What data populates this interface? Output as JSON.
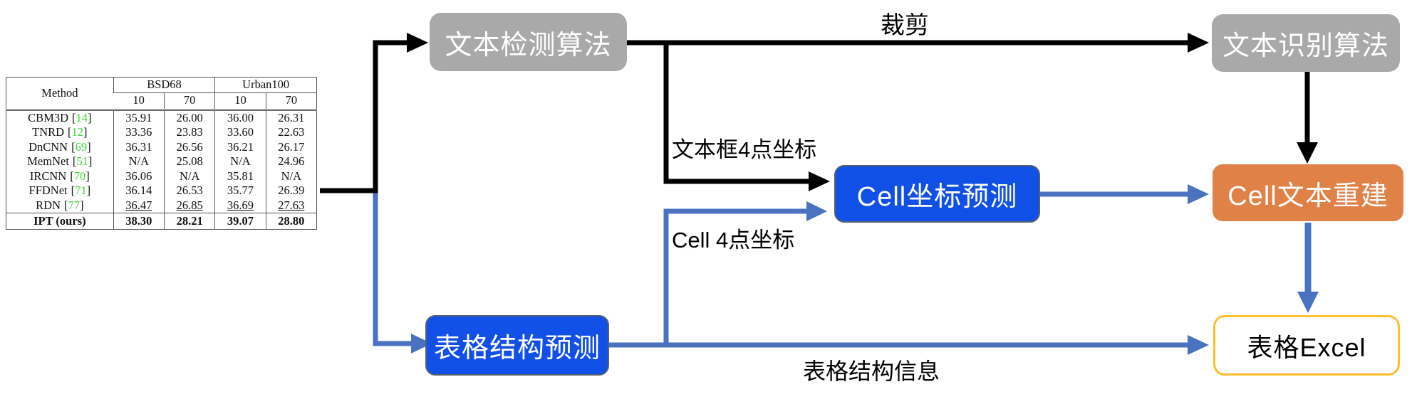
{
  "table": {
    "header": {
      "method": "Method",
      "group1": "BSD68",
      "group2": "Urban100",
      "sub": [
        "10",
        "70",
        "10",
        "70"
      ]
    },
    "brackets": {
      "open": "[",
      "close": "]"
    },
    "rows": [
      {
        "name": "CBM3D",
        "cite": "14",
        "values": [
          "35.91",
          "26.00",
          "36.00",
          "26.31"
        ]
      },
      {
        "name": "TNRD",
        "cite": "12",
        "values": [
          "33.36",
          "23.83",
          "33.60",
          "22.63"
        ]
      },
      {
        "name": "DnCNN",
        "cite": "69",
        "values": [
          "36.31",
          "26.56",
          "36.21",
          "26.17"
        ]
      },
      {
        "name": "MemNet",
        "cite": "51",
        "values": [
          "N/A",
          "25.08",
          "N/A",
          "24.96"
        ]
      },
      {
        "name": "IRCNN",
        "cite": "70",
        "values": [
          "36.06",
          "N/A",
          "35.81",
          "N/A"
        ]
      },
      {
        "name": "FFDNet",
        "cite": "71",
        "values": [
          "36.14",
          "26.53",
          "35.77",
          "26.39"
        ]
      },
      {
        "name": "RDN",
        "cite": "77",
        "values": [
          "36.47",
          "26.85",
          "36.69",
          "27.63"
        ]
      },
      {
        "name": "IPT (ours)",
        "values": [
          "38.30",
          "28.21",
          "39.07",
          "28.80"
        ]
      }
    ]
  },
  "nodes": {
    "text_detection": {
      "label": "文本检测算法"
    },
    "text_recognition": {
      "label": "文本识别算法"
    },
    "cell_coord": {
      "label": "Cell坐标预测"
    },
    "cell_text": {
      "label": "Cell文本重建"
    },
    "table_structure": {
      "label": "表格结构预测"
    },
    "table_excel": {
      "label": "表格Excel"
    }
  },
  "edges": {
    "crop": "裁剪",
    "textbox_coords": "文本框4点坐标",
    "cell_coords": "Cell 4点坐标",
    "structure_info": "表格结构信息"
  },
  "colors": {
    "node_gray": "#a9a9a9",
    "node_blue": "#1150e6",
    "node_orange": "#e08148",
    "excel_border": "#fdbf2d",
    "arrow_black": "#000000",
    "arrow_blue": "#4a72c0",
    "cite_green": "#3fd43f"
  }
}
